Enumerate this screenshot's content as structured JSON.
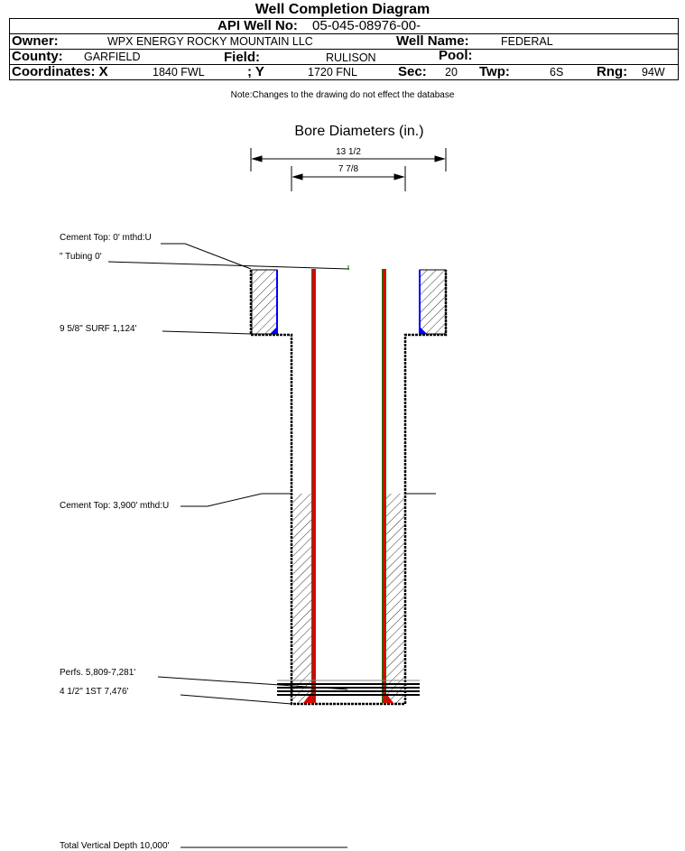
{
  "title": "Well Completion Diagram",
  "header": {
    "api_label": "API Well No:",
    "api_value": "05-045-08976-00-",
    "owner_label": "Owner:",
    "owner_value": "WPX ENERGY ROCKY MOUNTAIN LLC",
    "well_name_label": "Well Name:",
    "well_name_value": "FEDERAL",
    "county_label": "County:",
    "county_value": "GARFIELD",
    "field_label": "Field:",
    "field_value": "RULISON",
    "pool_label": "Pool:",
    "coord_x_label": "Coordinates: X",
    "coord_x_value": "1840 FWL",
    "coord_y_label": "; Y",
    "coord_y_value": "1720 FNL",
    "sec_label": "Sec:",
    "sec_value": "20",
    "twp_label": "Twp:",
    "twp_value": "6S",
    "rng_label": "Rng:",
    "rng_value": "94W"
  },
  "note": "Note:Changes to the drawing do not effect the database",
  "diagram": {
    "bore_title": "Bore Diameters (in.)",
    "bore_1": "13 1/2",
    "bore_2": "7 7/8",
    "labels": {
      "cement_top_1": "Cement Top: 0' mthd:U",
      "tubing": "\" Tubing 0'",
      "surf_casing": "9 5/8\" SURF     1,124'",
      "cement_top_2": "Cement Top: 3,900' mthd:U",
      "perfs": "Perfs. 5,809-7,281'",
      "prod_casing": "4 1/2\" 1ST       7,476'",
      "tvd": "Total Vertical Depth 10,000'"
    },
    "colors": {
      "tubing": "#e00000",
      "casing_edge": "#008000",
      "surface_cement": "#0000ff"
    }
  }
}
